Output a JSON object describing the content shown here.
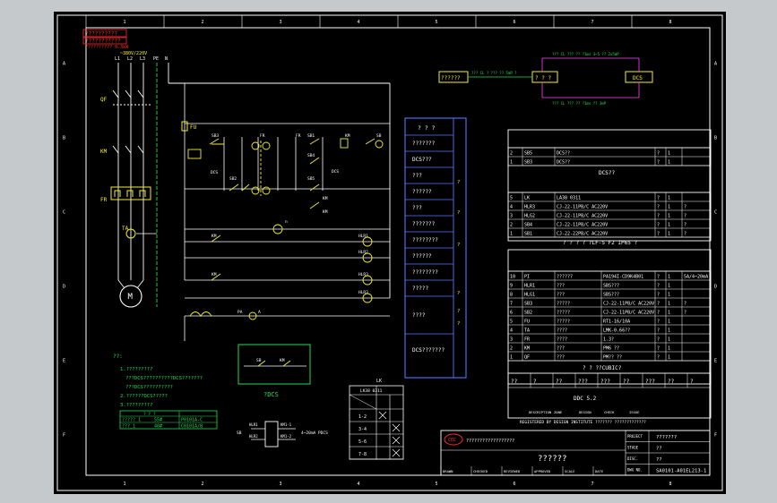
{
  "colors": {
    "background": "#000000",
    "frame": "#ffffff",
    "wire": "#ffffff",
    "accent_green": "#22dd55",
    "accent_yellow": "#f2ee2c",
    "accent_red": "#ff2c2c",
    "accent_blue": "#5577ff",
    "accent_cyan": "#33e0e0",
    "accent_magenta": "#ff44ff"
  },
  "title_stamps": [
    "??????????",
    "???????????",
    "?????????? 0.3kW"
  ],
  "supply_label": "~380V/220V",
  "phase_labels": [
    "L1",
    "L2",
    "L3",
    "PE",
    "N"
  ],
  "power_circuit": {
    "breaker": "QF",
    "contactor": "KM",
    "relay": "FR",
    "transformer": "TA",
    "motor": "M"
  },
  "control_circuit": {
    "fuse": "FU",
    "buttons": [
      "SB3",
      "SB2",
      "SB1",
      "SB4",
      "SB5"
    ],
    "dcs_tags": [
      "DCS",
      "DCS"
    ],
    "contacts": [
      "KM",
      "KM",
      "KM",
      "KM",
      "KM"
    ],
    "lamps": [
      "HLR1",
      "HLR2",
      "HLR3",
      "HLR3"
    ],
    "misc": [
      "FR",
      "FR",
      "n",
      "PA",
      "A",
      "SB"
    ]
  },
  "dcs_link": {
    "left_box": "??????",
    "middle_box": "? ? ?",
    "right_box": "DCS",
    "note_top": "??? CL ??? ?? ?1ms  3~5 ?? 2x5mP",
    "note_bottom": "??? CL ??? ?? ?1ms ?? 3mP",
    "note_left": "??? CL ? ??? ?? 5mP ?"
  },
  "function_table": {
    "header": "? ? ?",
    "rows": [
      "???????",
      "DCS???",
      "???",
      "??????",
      "???",
      "???????",
      "????????",
      "??????",
      "????????",
      "?????",
      "????",
      "DCS???????"
    ],
    "side_marks": [
      "?",
      "?",
      "?",
      "?",
      "?",
      "?"
    ]
  },
  "notes": {
    "heading": "??:",
    "lines": [
      "1.?????????",
      "???DCS??????????DCS???????",
      "???DCS??????????",
      "2.??????DCS?????",
      "3.?????????"
    ],
    "table_header": [
      "",
      "? ? ?"
    ],
    "table_rows": [
      [
        "????? 1",
        "55#",
        "P0101A-C"
      ],
      [
        "???_1",
        "40#",
        "C0101A/B"
      ]
    ]
  },
  "dcs_panel": {
    "caption": "?DCS",
    "sb": "SB",
    "km": "KM"
  },
  "selector": {
    "title": "LK",
    "subtitle": "LK38 0311",
    "rows": [
      "1-2",
      "3-4",
      "5-6",
      "7-8"
    ]
  },
  "meter": {
    "labels": [
      "HLR1",
      "HLR2",
      "KM1-1",
      "KM1-2"
    ],
    "range": "4~20mA PDCS",
    "sb": "SB"
  },
  "parts_table_top": {
    "rows": [
      {
        "no": "2",
        "code": "SB5",
        "desc": "DCS??",
        "qty": "?",
        "n": "1",
        "r": ""
      },
      {
        "no": "1",
        "code": "SB3",
        "desc": "DCS??",
        "qty": "?",
        "n": "1",
        "r": ""
      }
    ],
    "caption": "DCS??",
    "rows2": [
      {
        "no": "5",
        "code": "LK",
        "spec": "LA38 0311",
        "desc": "????",
        "qty": "?",
        "n": "1",
        "r": ""
      },
      {
        "no": "4",
        "code": "HLR3",
        "spec": "CJ-22-11PB/C AC220V",
        "desc": "???",
        "qty": "?",
        "n": "1",
        "r": "?"
      },
      {
        "no": "3",
        "code": "HLG2",
        "spec": "CJ-22-11PB/C AC220V",
        "desc": "???",
        "qty": "?",
        "n": "1",
        "r": "?"
      },
      {
        "no": "2",
        "code": "SB4",
        "spec": "CJ-22-11PB/C AC220V",
        "desc": "?????",
        "qty": "?",
        "n": "1",
        "r": "?"
      },
      {
        "no": "1",
        "code": "SB1",
        "spec": "CJ-22-22PB/C AC220V",
        "desc": "????????",
        "qty": "?",
        "n": "1",
        "r": "?"
      }
    ],
    "caption2": "? ? ? ? ?LF-S F2 IP65 ?"
  },
  "parts_table_bottom": {
    "rows": [
      {
        "no": "10",
        "code": "PI",
        "desc": "??????",
        "spec": "PA194I-CD9K4B01",
        "qty": "?",
        "n": "1",
        "r": "5A/4~20mA"
      },
      {
        "no": "9",
        "code": "HLR1",
        "desc": "???",
        "spec": "SBS???",
        "qty": "?",
        "n": "1",
        "r": ""
      },
      {
        "no": "8",
        "code": "HLG1",
        "desc": "???",
        "spec": "SBS???",
        "qty": "?",
        "n": "1",
        "r": ""
      },
      {
        "no": "7",
        "code": "SB3",
        "desc": "?????",
        "spec": "CJ-22-11PB/C AC220V",
        "qty": "?",
        "n": "1",
        "r": "?"
      },
      {
        "no": "6",
        "code": "SB2",
        "desc": "?????",
        "spec": "CJ-22-11PB/C AC220V",
        "qty": "?",
        "n": "1",
        "r": "?"
      },
      {
        "no": "5",
        "code": "FU",
        "desc": "?????",
        "spec": "RT1-16/10A",
        "qty": "?",
        "n": "1",
        "r": ""
      },
      {
        "no": "4",
        "code": "TA",
        "desc": "????",
        "spec": "LMK-0.66??",
        "qty": "?",
        "n": "1",
        "r": ""
      },
      {
        "no": "3",
        "code": "FR",
        "desc": "????",
        "spec": "1.3?",
        "qty": "?",
        "n": "1",
        "r": ""
      },
      {
        "no": "2",
        "code": "KM",
        "desc": "???",
        "spec": "PM6 ??",
        "qty": "?",
        "n": "1",
        "r": ""
      },
      {
        "no": "1",
        "code": "QF",
        "desc": "???",
        "spec": "PM?? ??",
        "qty": "?",
        "n": "1",
        "r": ""
      }
    ],
    "caption": "? ? ??CUBIC?"
  },
  "title_block": {
    "header_cells": [
      "??",
      "?",
      "??",
      "???",
      "???",
      "??",
      "???",
      "??",
      "?"
    ],
    "rev": "DDC 5.2",
    "rev_labels": [
      "DESCRIPTION",
      "ZONE",
      "DESIGN",
      "CHECK",
      "ISSUE"
    ],
    "scope_text": "REGISTERED BY DESIGN INSTITUTE  ??????? ?????????????",
    "company": "??????????????????",
    "logo_text": "CEC",
    "drawing_title": "??????",
    "fields": [
      {
        "label": "???\nPROJECT",
        "value": "???????"
      },
      {
        "label": "??\nSTAGE",
        "value": "??"
      },
      {
        "label": "??\nDISC.",
        "value": "??"
      },
      {
        "label": "??\nDWG NO.",
        "value": "SA0101-A01EL213-1"
      }
    ],
    "sign_labels": [
      "DRAWN",
      "CHECKED",
      "REVIEWED",
      "APPROVED",
      "SCALE",
      "DATE"
    ]
  },
  "border_numbers_top": [
    "1",
    "2",
    "3",
    "4",
    "5",
    "6",
    "7",
    "8"
  ],
  "border_letters_side": [
    "A",
    "B",
    "C",
    "D",
    "E",
    "F"
  ]
}
